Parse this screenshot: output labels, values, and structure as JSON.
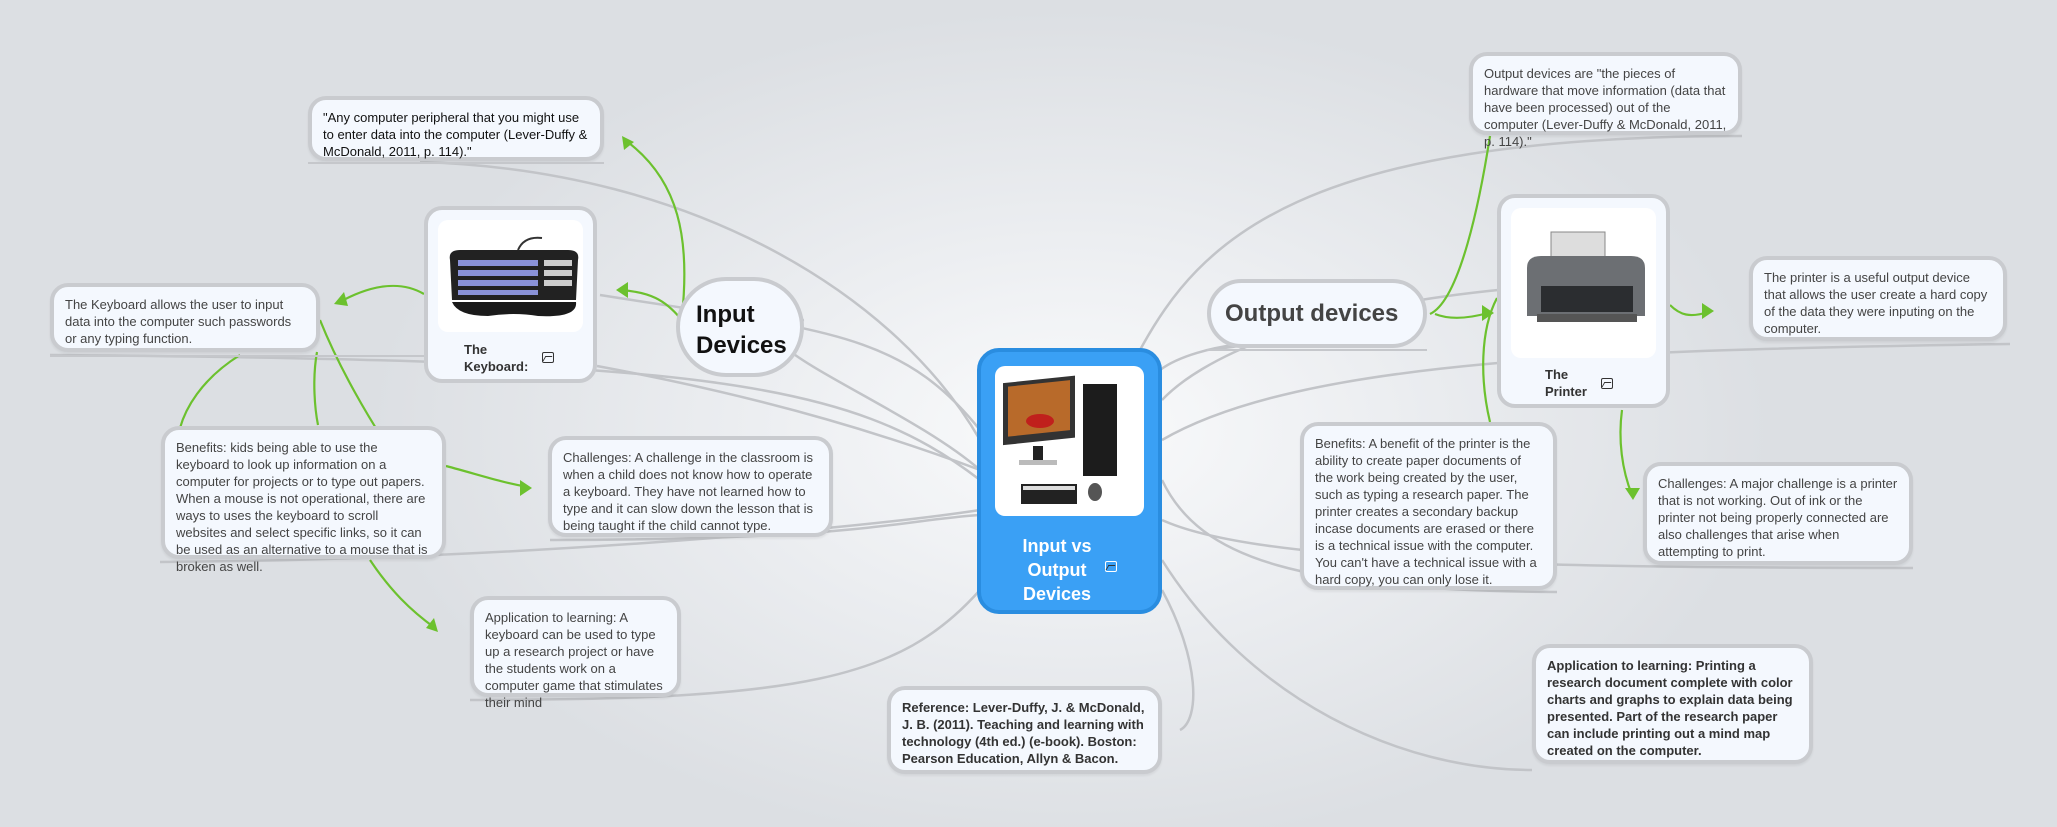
{
  "central": {
    "title_lines": [
      "Input vs",
      "Output",
      "Devices"
    ],
    "image_icon": "image-icon"
  },
  "input": {
    "title_lines": [
      "Input",
      "Devices"
    ],
    "definition": "\"Any computer peripheral that you might use to enter data into the computer (Lever-Duffy & McDonald, 2011, p. 114).\"",
    "keyboard_caption": [
      "The",
      "Keyboard:"
    ],
    "keyboard_desc": "The Keyboard allows the user to input data into the computer such passwords or any typing function.",
    "benefits": "Benefits:  kids being able to use the keyboard to look up information on a computer for projects or to type out papers.  When a mouse is not operational, there are ways to uses the keyboard to scroll websites and select specific links, so it can be used as an alternative to a mouse that is broken as well.",
    "challenges": "Challenges:  A challenge in the classroom is when a child does not know how to operate a keyboard.  They have not learned how to type and it can slow down the lesson that is being taught if the child cannot type.",
    "application": "Application to learning:  A keyboard can be used to type up a research project or have the students work on a computer game that stimulates their mind"
  },
  "output": {
    "title": "Output devices",
    "definition": "Output devices are \"the pieces of hardware that move information (data that have been processed) out of the computer (Lever-Duffy & McDonald, 2011, p. 114).\"",
    "printer_caption": [
      "The",
      "Printer"
    ],
    "printer_desc": "The printer is a useful output device that allows the user create a hard copy of the data they were inputing on the computer.",
    "benefits": "Benefits:  A benefit of the printer is the ability to create paper documents of the work being created by the user, such as typing a research paper.  The printer creates a secondary backup incase documents are erased or there is a technical issue with the computer.  You can't have a technical issue with a hard copy, you can only lose it.",
    "challenges": "Challenges:  A major challenge is a printer that is not working.  Out of ink or the printer not being properly connected are also challenges that arise when attempting to print.",
    "application": "Application to learning:  Printing  a research document complete with color charts and graphs to explain data being presented.  Part of the research paper can include printing out a mind map created on the computer."
  },
  "reference": "Reference:  Lever-Duffy, J. & McDonald, J. B. (2011). Teaching and learning with technology (4th ed.) (e-book). Boston: Pearson Education, Allyn & Bacon.",
  "colors": {
    "central": "#3aa0f5",
    "arrow": "#6cc12e",
    "link": "#c2c4c8"
  }
}
